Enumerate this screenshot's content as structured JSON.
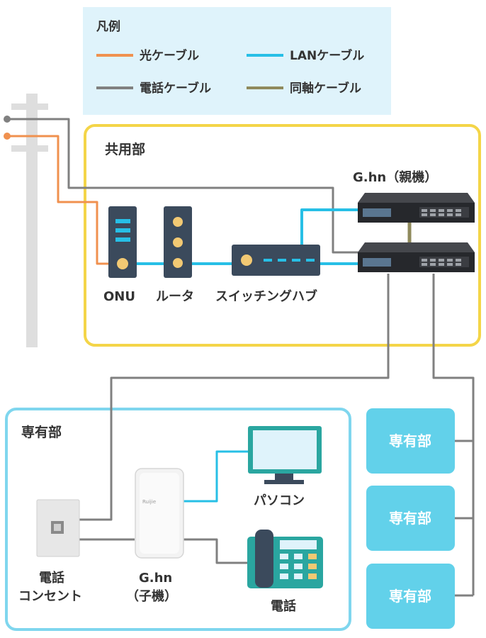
{
  "colors": {
    "fiber": "#f0914f",
    "phone": "#808080",
    "lan": "#27bfe6",
    "coax": "#8f8a5c",
    "legend_bg": "#dff3fb",
    "shared_border": "#f4d548",
    "private_border": "#7fd6ee",
    "unit_fill": "#62d1ea",
    "device_dark": "#3b4a5c",
    "device_accent": "#f2c973",
    "phone_teal": "#2aa6a0",
    "pole": "#dedede"
  },
  "legend": {
    "title": "凡例",
    "items": [
      {
        "label": "光ケーブル",
        "color_key": "fiber"
      },
      {
        "label": "LANケーブル",
        "color_key": "lan"
      },
      {
        "label": "電話ケーブル",
        "color_key": "phone"
      },
      {
        "label": "同軸ケーブル",
        "color_key": "coax"
      }
    ]
  },
  "shared": {
    "title": "共用部",
    "onu": "ONU",
    "router": "ルータ",
    "hub": "スイッチングハブ",
    "master": "G.hn（親機）"
  },
  "private": {
    "title": "専有部",
    "outlet_line1": "電話",
    "outlet_line2": "コンセント",
    "ghn_line1": "G.hn",
    "ghn_line2": "（子機）",
    "pc": "パソコン",
    "phone": "電話",
    "device_brand": "Ruijie"
  },
  "units": [
    "専有部",
    "専有部",
    "専有部"
  ]
}
